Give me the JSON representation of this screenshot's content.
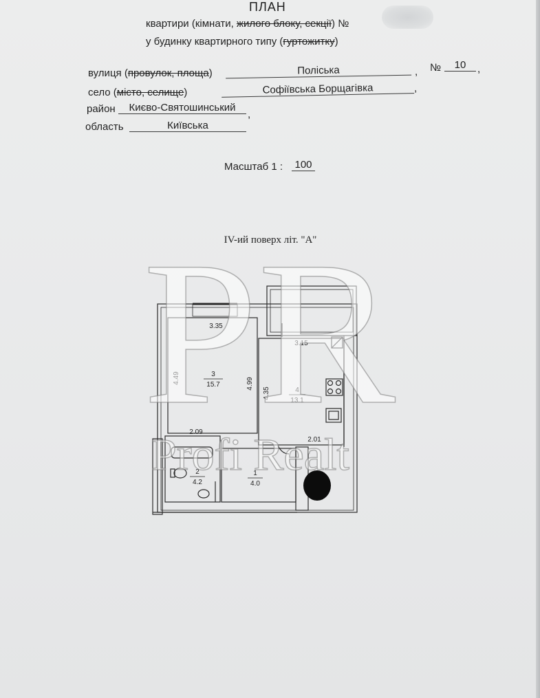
{
  "header": {
    "title": "ПЛАН",
    "line1": {
      "text": "квартири (кімнати, ",
      "strike": "жилого блоку, секції",
      "tail": ") №"
    },
    "line2": {
      "text": "у будинку квартирного типу (",
      "strike": "гуртожитку",
      "tail": ")"
    }
  },
  "address": {
    "street": {
      "label": "вулиця (",
      "strike": "провулок, площа",
      "close": ")",
      "value": "Поліська",
      "comma": ",",
      "num_label": "№",
      "num_value": "10"
    },
    "village": {
      "label": "село (",
      "strike": "місто, селище",
      "close": ")",
      "value": "Софіївська Борщагівка",
      "comma": ","
    },
    "district": {
      "label": "район",
      "value": "Києво-Святошинський",
      "comma": ","
    },
    "region": {
      "label": "область",
      "value": "Київська"
    }
  },
  "scale": {
    "label": "Масштаб 1 :",
    "value": "100"
  },
  "floor_label": "IV-ий поверх літ. \"А\"",
  "plan": {
    "dims": {
      "d335": "3.35",
      "d315": "3.15",
      "d449": "4.49",
      "d499": "4.99",
      "d435": "4.35",
      "d209": "2.09",
      "d201": "2.01"
    },
    "rooms": [
      {
        "num": "3",
        "area": "15.7"
      },
      {
        "num": "4",
        "area": "13.1"
      },
      {
        "num": "2",
        "area": "4.2"
      },
      {
        "num": "1",
        "area": "4.0"
      }
    ]
  },
  "watermark": {
    "mono": "PR",
    "text": "Profi Realt"
  }
}
